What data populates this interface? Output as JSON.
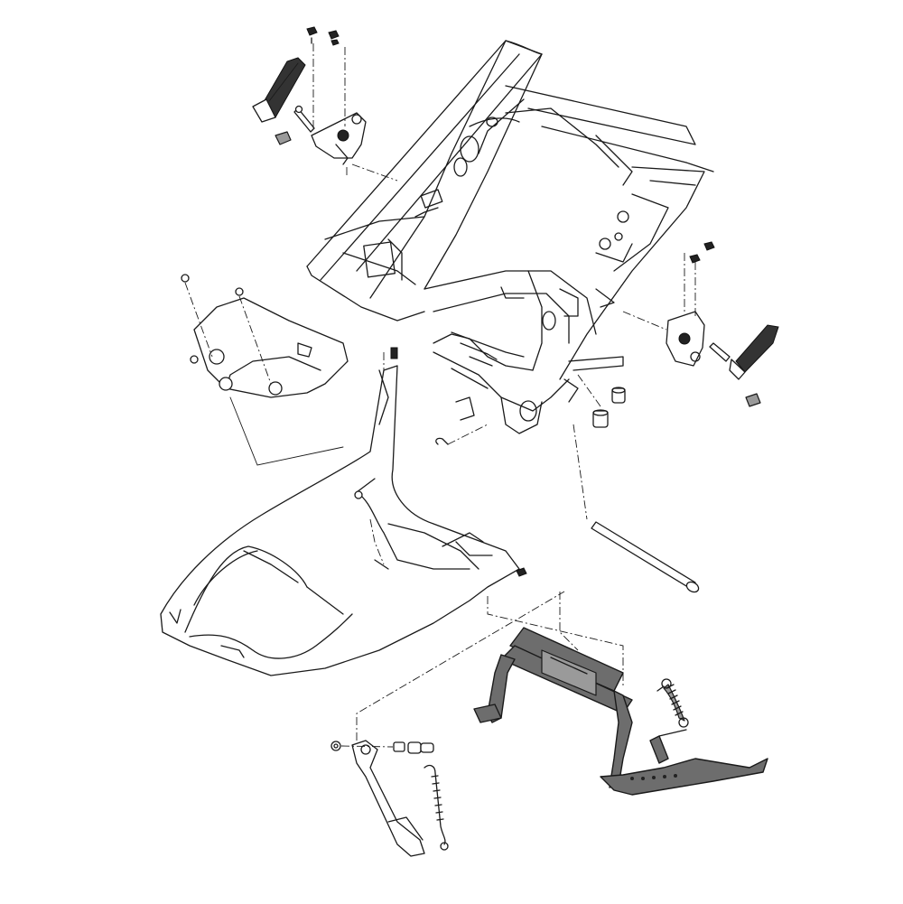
{
  "diagram": {
    "colors": {
      "line": "#1a1a1a",
      "highlight_part": "#6d6d6d",
      "background": "#ffffff"
    },
    "parts": [
      "frame",
      "rear-left-footrest-assembly",
      "rear-right-footrest-assembly",
      "side-cover-panel",
      "under-cowl",
      "pivot-shaft",
      "rubber-damper",
      "center-stand",
      "center-stand-spring",
      "side-stand",
      "side-stand-spring",
      "side-stand-bolt"
    ]
  }
}
